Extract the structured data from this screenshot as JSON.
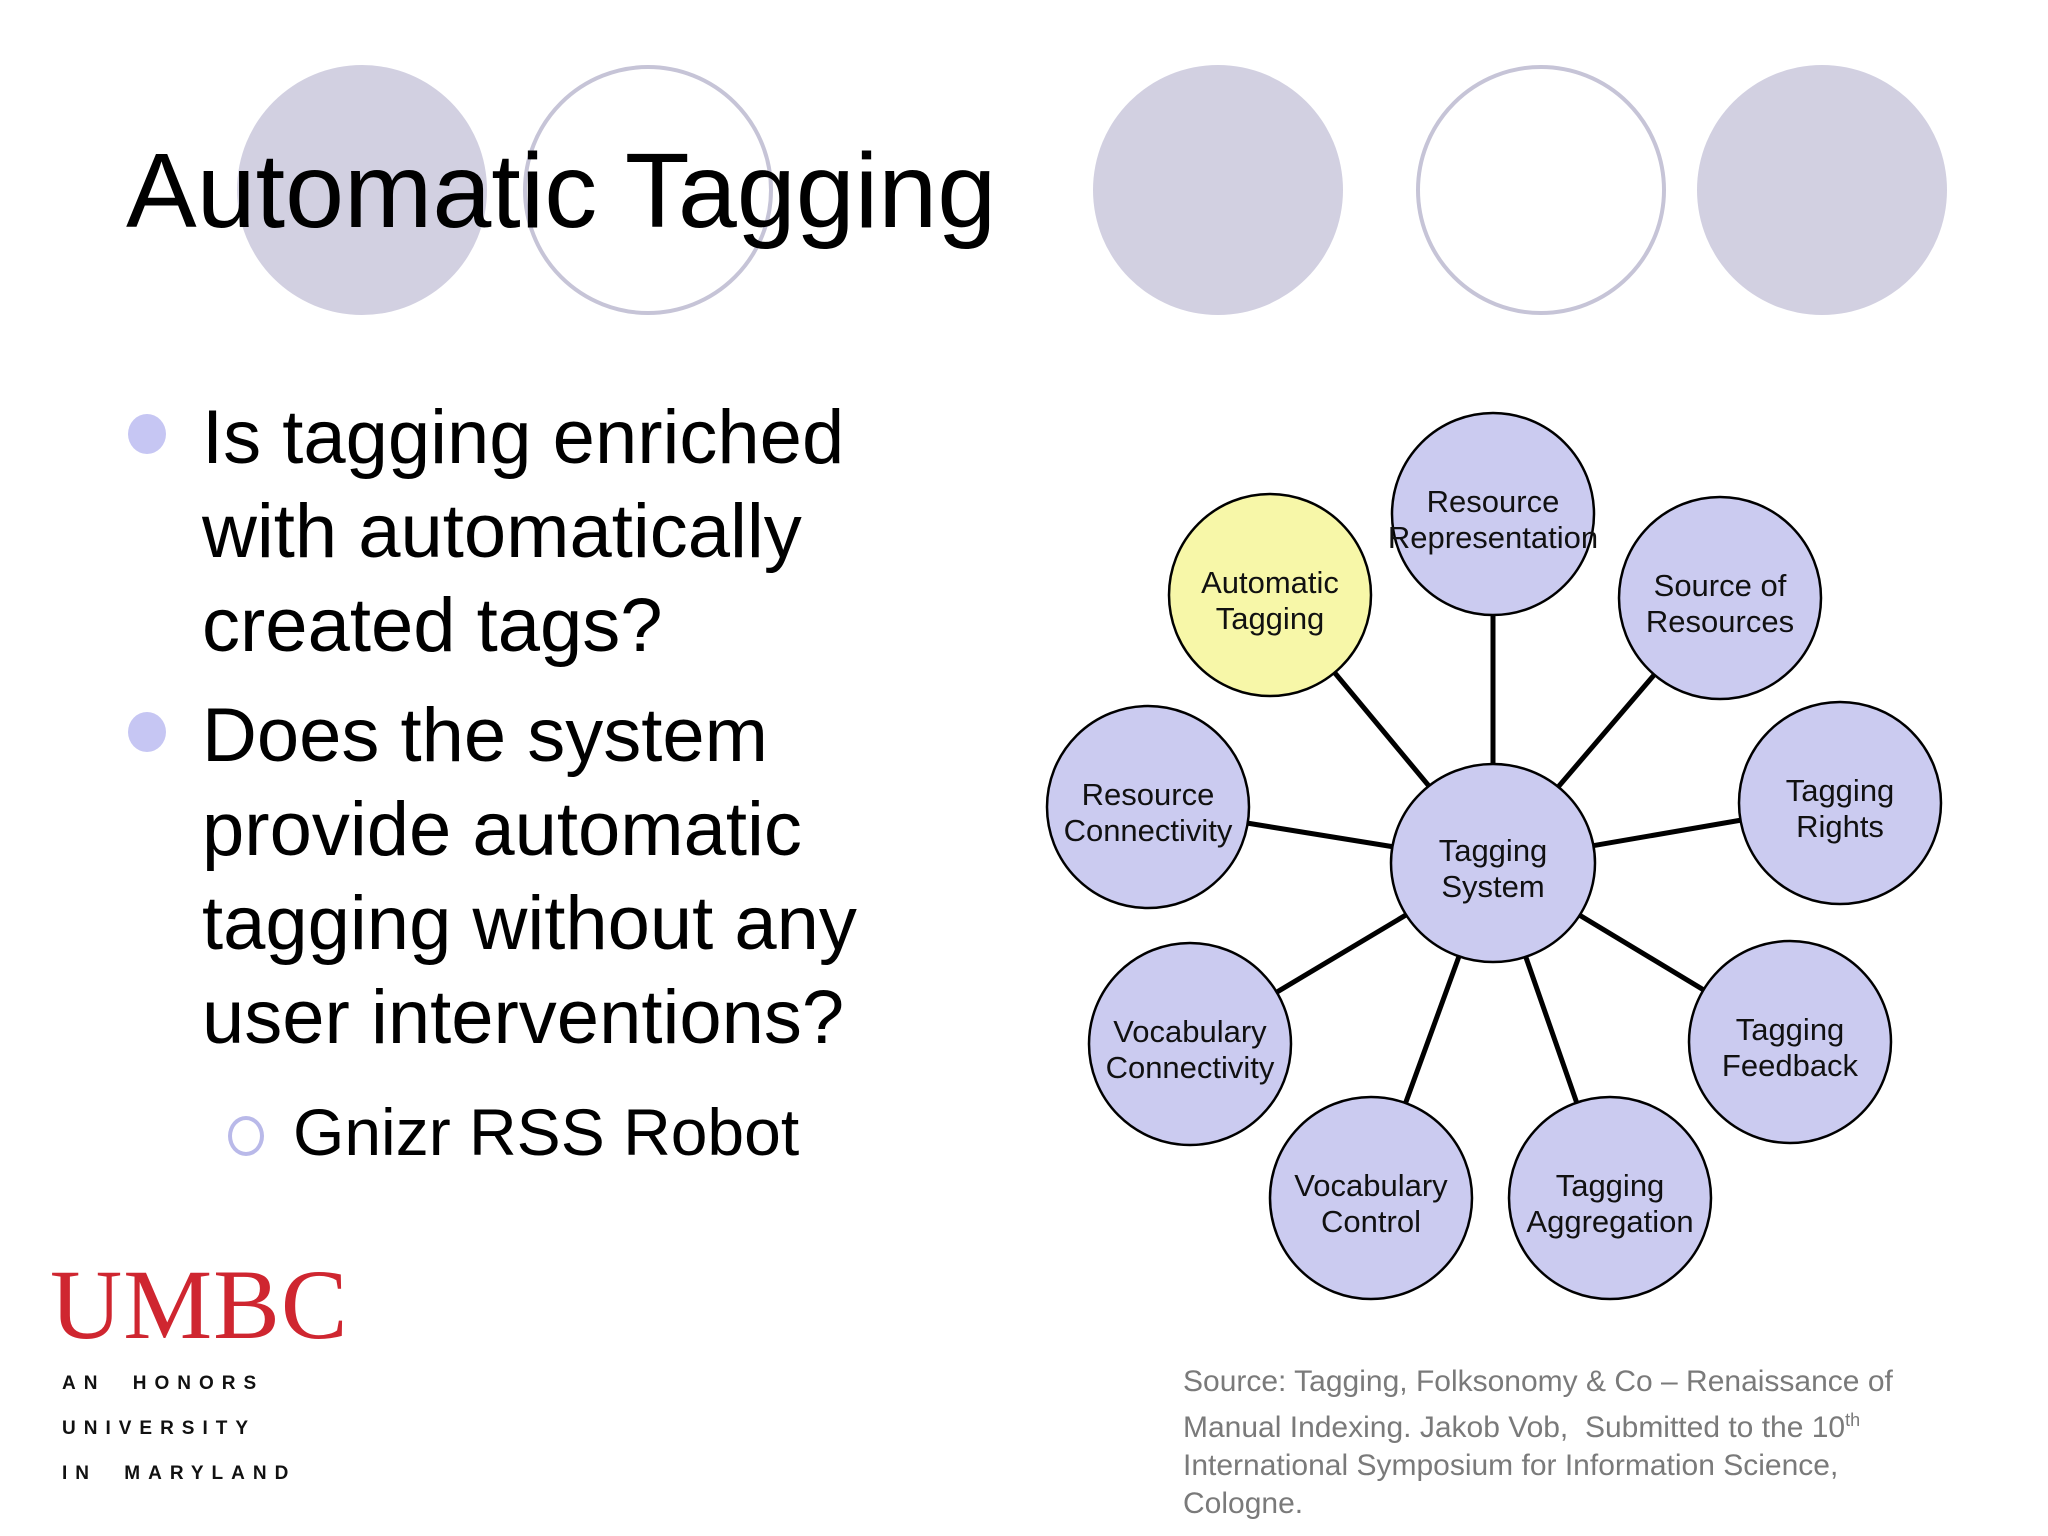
{
  "slide": {
    "title": "Automatic Tagging",
    "bullets": [
      {
        "lines": [
          "Is tagging enriched",
          "with automatically",
          "created tags?"
        ]
      },
      {
        "lines": [
          "Does the system",
          "provide automatic",
          "tagging without any",
          "user interventions?"
        ]
      }
    ],
    "sub_bullet": "Gnizr RSS Robot",
    "logo": {
      "name": "UMBC",
      "tagline_lines": [
        "AN HONORS",
        "UNIVERSITY",
        "IN MARYLAND"
      ]
    },
    "citation": {
      "line1": "Source: Tagging, Folksonomy & Co – Renaissance of",
      "line2": "Manual Indexing. Jakob Vob,  Submitted to the 10",
      "line2_sup": "th",
      "line3": "International Symposium for Information Science, Cologne."
    },
    "colors": {
      "node_fill": "#cbcbf0",
      "node_highlight_fill": "#f7f7a8",
      "node_border": "#000000",
      "connector": "#000000",
      "decorative_circle_fill": "#d2d0e1",
      "decorative_circle_outline": "#c6c4d7",
      "bullet_dot": "#c6c6f3",
      "citation_gray": "#7a7a7a",
      "logo_red": "#cf2630"
    }
  },
  "diagram": {
    "center": {
      "id": "tagging-system",
      "label_lines": [
        "Tagging",
        "System"
      ],
      "highlighted": false
    },
    "nodes": [
      {
        "id": "resource-representation",
        "label_lines": [
          "Resource",
          "Representation"
        ],
        "highlighted": false
      },
      {
        "id": "source-of-resources",
        "label_lines": [
          "Source of",
          "Resources"
        ],
        "highlighted": false
      },
      {
        "id": "tagging-rights",
        "label_lines": [
          "Tagging",
          "Rights"
        ],
        "highlighted": false
      },
      {
        "id": "tagging-feedback",
        "label_lines": [
          "Tagging",
          "Feedback"
        ],
        "highlighted": false
      },
      {
        "id": "tagging-aggregation",
        "label_lines": [
          "Tagging",
          "Aggregation"
        ],
        "highlighted": false
      },
      {
        "id": "vocabulary-control",
        "label_lines": [
          "Vocabulary",
          "Control"
        ],
        "highlighted": false
      },
      {
        "id": "vocabulary-connectivity",
        "label_lines": [
          "Vocabulary",
          "Connectivity"
        ],
        "highlighted": false
      },
      {
        "id": "resource-connectivity",
        "label_lines": [
          "Resource",
          "Connectivity"
        ],
        "highlighted": false
      },
      {
        "id": "automatic-tagging",
        "label_lines": [
          "Automatic",
          "Tagging"
        ],
        "highlighted": true
      }
    ]
  }
}
